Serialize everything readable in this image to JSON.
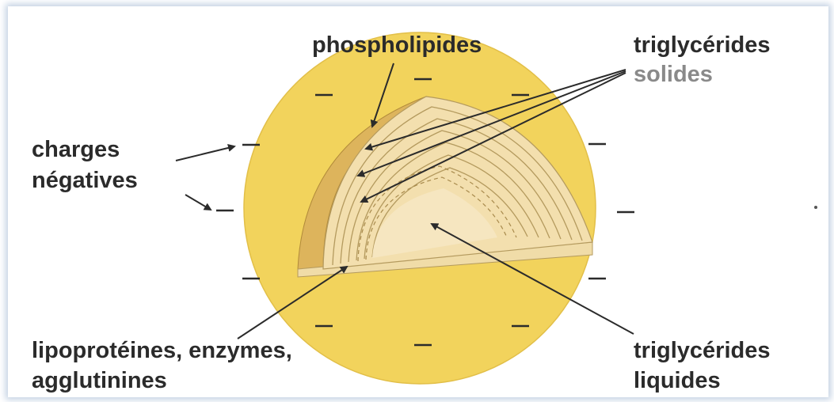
{
  "labels": {
    "phospholipides": "phospholipides",
    "tg_solides_1": "triglycérides",
    "tg_solides_2": "solides",
    "charges_1": "charges",
    "charges_2": "négatives",
    "lipo_1": "lipoprotéines, enzymes,",
    "lipo_2": "agglutinines",
    "tg_liquides_1": "triglycérides",
    "tg_liquides_2": "liquides"
  },
  "colors": {
    "outer_globule": "#f2d35c",
    "membrane_band": "#ddb45c",
    "layers_fill": "#f3dfae",
    "layers_line": "#b49a5e",
    "core_fill": "#f6e6c0",
    "text": "#2b2b2b",
    "text_gray": "#8a8a8a"
  }
}
